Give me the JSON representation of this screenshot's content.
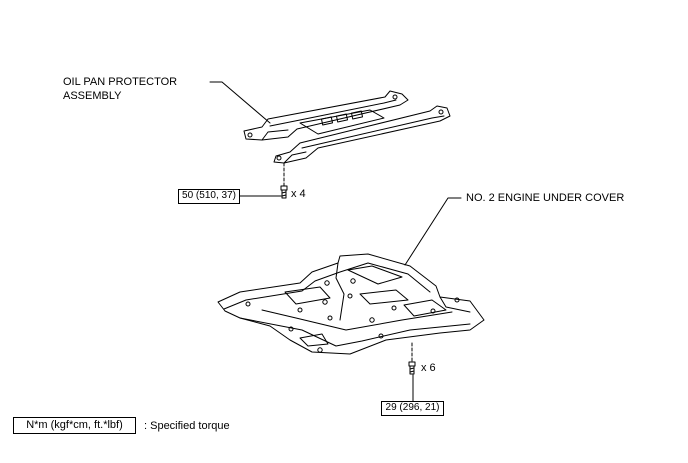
{
  "parts": {
    "oil_pan_protector": {
      "line1": "OIL PAN PROTECTOR",
      "line2": "ASSEMBLY"
    },
    "engine_under_cover": {
      "label": "NO. 2 ENGINE UNDER COVER"
    }
  },
  "fasteners": {
    "protector_bolts": {
      "torque": "50 (510, 37)",
      "qty": "x 4"
    },
    "cover_bolts": {
      "torque": "29 (296, 21)",
      "qty": "x 6"
    }
  },
  "legend": {
    "unit_box": "N*m (kgf*cm, ft.*lbf)",
    "meaning": ": Specified torque"
  }
}
